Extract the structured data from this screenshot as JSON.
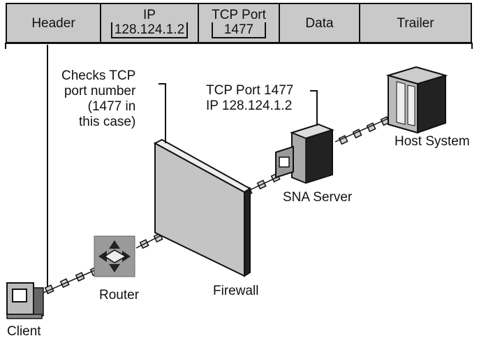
{
  "packet": {
    "fields": [
      {
        "line1": "Header",
        "line2": ""
      },
      {
        "line1": "IP",
        "line2": "128.124.1.2"
      },
      {
        "line1": "TCP Port",
        "line2": "1477"
      },
      {
        "line1": "Data",
        "line2": ""
      },
      {
        "line1": "Trailer",
        "line2": ""
      }
    ]
  },
  "labels": {
    "firewall_note": [
      "Checks TCP",
      "port number",
      "(1477 in",
      "this case)"
    ],
    "server_note": [
      "TCP Port 1477",
      "IP 128.124.1.2"
    ],
    "host": "Host System",
    "sna_server": "SNA Server",
    "router": "Router",
    "firewall": "Firewall",
    "client": "Client"
  },
  "icons": {
    "client": "client-computer-icon",
    "router": "router-icon",
    "firewall": "firewall-wall-icon",
    "sna_server": "sna-server-icon",
    "host": "host-system-mainframe-icon"
  }
}
